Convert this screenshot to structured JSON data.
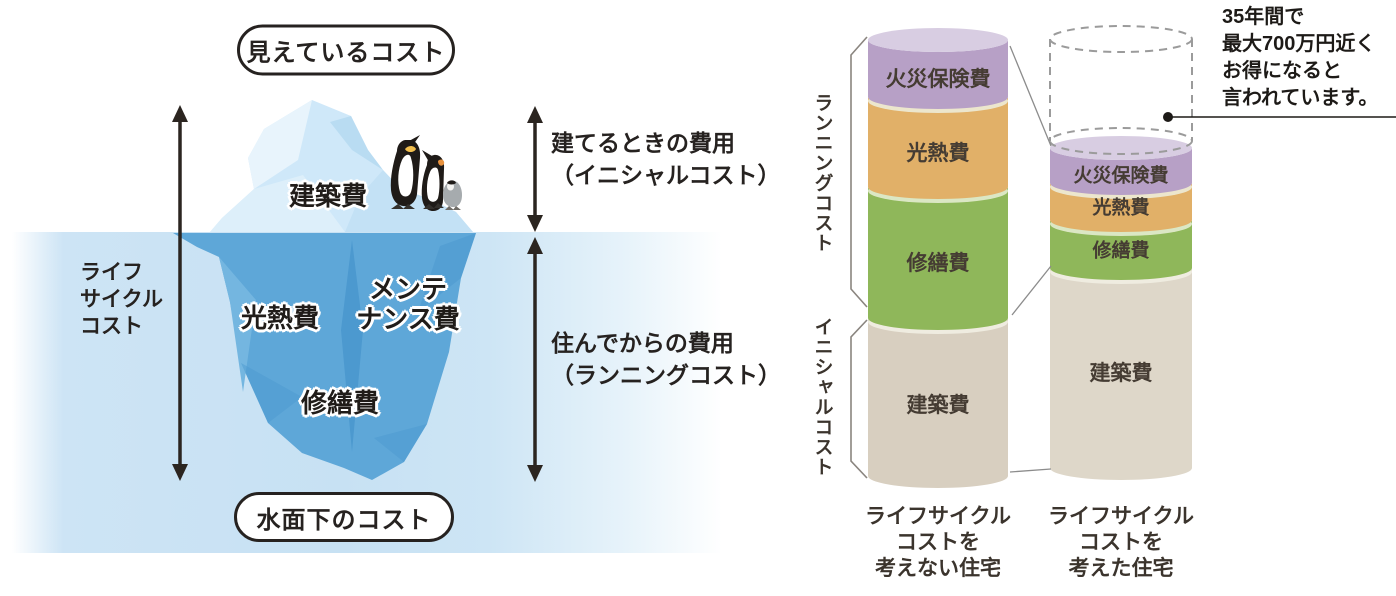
{
  "palette": {
    "fire_insurance": "#b7a0c6",
    "fire_insurance_top": "#d8cde2",
    "utilities": "#e1b068",
    "repair": "#8fb75a",
    "construction_left": "#d8cfc0",
    "construction_right": "#ded7c9",
    "seam_cream": "#ece6cd",
    "seam_green": "#dbe7c4",
    "seam_offwhite": "#efece0",
    "ice_above_water": "#cfe8f9",
    "ice_below_water": "#5ea7d8",
    "water": "#c7e1f3",
    "arrow_black": "#2b2520"
  },
  "left_diagram": {
    "pill_top": "見えているコスト",
    "pill_bottom": "水面下のコスト",
    "lifecycle_lines": [
      "ライフ",
      "サイクル",
      "コスト"
    ],
    "initial_cost_lines": [
      "建てるときの費用",
      "（イニシャルコスト）"
    ],
    "running_cost_lines": [
      "住んでからの費用",
      "（ランニングコスト）"
    ],
    "iceberg_labels": {
      "construction": "建築費",
      "utilities": "光熱費",
      "maintenance_line1": "メンテ",
      "maintenance_line2": "ナンス費",
      "repair": "修繕費"
    }
  },
  "right_chart": {
    "bracket_running": "ランニングコスト",
    "bracket_initial": "イニシャルコスト",
    "annotation_lines": [
      "35年間で",
      "最大700万円近く",
      "お得になると",
      "言われています。"
    ],
    "left_column": {
      "segments": [
        {
          "label": "火災保険費"
        },
        {
          "label": "光熱費"
        },
        {
          "label": "修繕費"
        },
        {
          "label": "建築費"
        }
      ],
      "caption_lines": [
        "ライフサイクル",
        "コストを",
        "考えない住宅"
      ]
    },
    "right_column": {
      "segments": [
        {
          "label": "火災保険費"
        },
        {
          "label": "光熱費"
        },
        {
          "label": "修繕費"
        },
        {
          "label": "建築費"
        }
      ],
      "caption_lines": [
        "ライフサイクル",
        "コストを",
        "考えた住宅"
      ]
    }
  },
  "chart_data": {
    "type": "bar",
    "subtype": "stacked-cylinder-comparison",
    "note": "No numeric axis shown; values are relative segment heights in px read from the figure.",
    "categories": [
      "ライフサイクルコストを考えない住宅",
      "ライフサイクルコストを考えた住宅"
    ],
    "series": [
      {
        "name": "火災保険費",
        "values": [
          57,
          35
        ],
        "color": "#b7a0c6"
      },
      {
        "name": "光熱費",
        "values": [
          90,
          37
        ],
        "color": "#e1b068"
      },
      {
        "name": "修繕費",
        "values": [
          131,
          48
        ],
        "color": "#8fb75a"
      },
      {
        "name": "建築費",
        "values": [
          158,
          200
        ],
        "color": "#d8cfc0"
      }
    ],
    "groups": {
      "ランニングコスト": [
        "火災保険費",
        "光熱費",
        "修繕費"
      ],
      "イニシャルコスト": [
        "建築費"
      ]
    },
    "ghost_segment": {
      "column": 2,
      "meaning": "saved cost",
      "height": 109
    },
    "annotation": "35年間で最大700万円近くお得になると言われています。",
    "legend_position": "none",
    "grid": false
  }
}
